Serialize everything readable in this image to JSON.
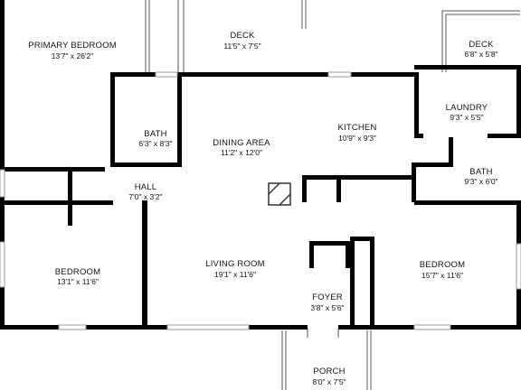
{
  "floorplan": {
    "colors": {
      "wall": "#000000",
      "window": "#9a9a9a",
      "thin_line": "#555555",
      "background": "#ffffff"
    },
    "rooms": [
      {
        "id": "primary-bedroom",
        "name": "PRIMARY BEDROOM",
        "dims": "13'7\" x 26'2\""
      },
      {
        "id": "deck-center",
        "name": "DECK",
        "dims": "11'5\" x 7'5\""
      },
      {
        "id": "deck-right",
        "name": "DECK",
        "dims": "6'8\" x 5'8\""
      },
      {
        "id": "bath-left",
        "name": "BATH",
        "dims": "6'3\" x 8'3\""
      },
      {
        "id": "dining-area",
        "name": "DINING AREA",
        "dims": "11'2\" x 12'0\""
      },
      {
        "id": "kitchen",
        "name": "KITCHEN",
        "dims": "10'9\" x 9'3\""
      },
      {
        "id": "laundry",
        "name": "LAUNDRY",
        "dims": "9'3\" x 5'5\""
      },
      {
        "id": "hall",
        "name": "HALL",
        "dims": "7'0\" x 3'2\""
      },
      {
        "id": "bath-right",
        "name": "BATH",
        "dims": "9'3\" x 6'0\""
      },
      {
        "id": "bedroom-left",
        "name": "BEDROOM",
        "dims": "13'1\" x 11'6\""
      },
      {
        "id": "living-room",
        "name": "LIVING ROOM",
        "dims": "19'1\" x 11'6\""
      },
      {
        "id": "bedroom-right",
        "name": "BEDROOM",
        "dims": "15'7\" x 11'6\""
      },
      {
        "id": "foyer",
        "name": "FOYER",
        "dims": "3'8\" x 5'6\""
      },
      {
        "id": "porch",
        "name": "PORCH",
        "dims": "8'0\" x 7'5\""
      }
    ]
  }
}
